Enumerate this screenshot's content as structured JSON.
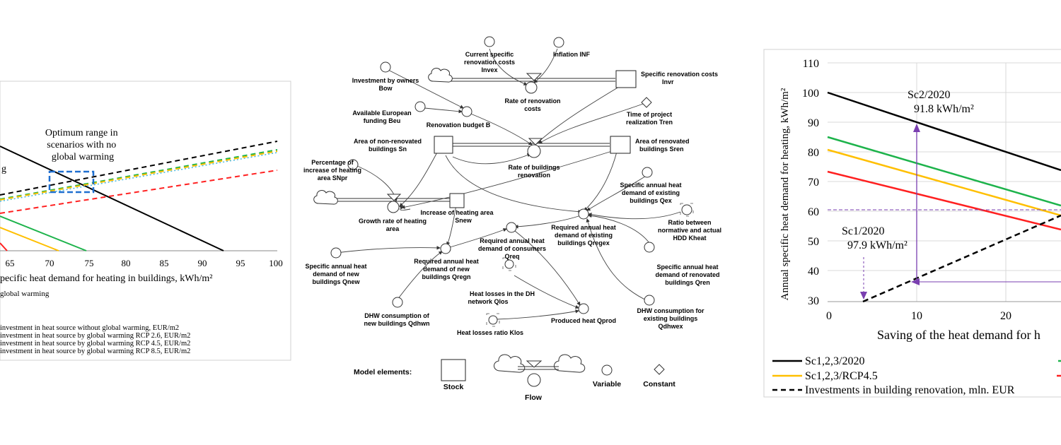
{
  "left_chart": {
    "xlabel": "pecific heat demand for heating in buildings, kWh/m²",
    "xticks": [
      "65",
      "70",
      "75",
      "80",
      "85",
      "90",
      "95",
      "100"
    ],
    "annotation": [
      "Optimum range in",
      "scenarios with no",
      "global warming"
    ],
    "side_label": "g",
    "legend_top": "global warming",
    "legend": [
      "investment in heat source without global warming, EUR/m2",
      "investment in heat source by global warming RCP 2.6, EUR/m2",
      "investment in heat source by global warming RCP 4.5, EUR/m2",
      "investment in heat source by global warming RCP 8.5, EUR/m2"
    ]
  },
  "diagram": {
    "nodes": {
      "current_cost": [
        "Current specific",
        "renovation costs",
        "Invex"
      ],
      "inflation": [
        "Inflation INF"
      ],
      "investment": [
        "Investment by owners",
        "Bow"
      ],
      "specific_cost": [
        "Specific renovation costs",
        "Invr"
      ],
      "rate_cost": [
        "Rate  of renovation",
        "costs"
      ],
      "funding": [
        "Available European",
        "funding Beu"
      ],
      "budget": [
        "Renovation budget B"
      ],
      "time": [
        "Time of project",
        "realization Tren"
      ],
      "area_non": [
        "Area of non-renovated",
        "buildings Sn"
      ],
      "area_ren": [
        "Area of renovated",
        "buildings Sren"
      ],
      "pct": [
        "Percentage of",
        "increase of heating",
        "area SNpr"
      ],
      "rate_ren": [
        "Rate of buildings",
        "renovation"
      ],
      "spec_exist": [
        "Specific annual heat",
        "demand of existing",
        "buildings Qex"
      ],
      "ratio": [
        "Ratio between",
        "normative and actual",
        "HDD Kheat"
      ],
      "growth": [
        "Growth rate of heating",
        "area"
      ],
      "increase": [
        "Increase of heating area",
        "Snew"
      ],
      "req_exist": [
        "Required annual heat",
        "demand of existing",
        "buildings Qregex"
      ],
      "req_consumers": [
        "Required annual heat",
        "demand of consumers",
        "Qreq"
      ],
      "spec_new": [
        "Specific annual heat",
        "demand of new",
        "buildings Qnew"
      ],
      "req_new": [
        "Required annual heat",
        "demand of new",
        "buildings Qregn"
      ],
      "spec_renov": [
        "Specific annual heat",
        "demand of renovated",
        "buildings Qren"
      ],
      "heat_losses": [
        "Heat losses in the DH",
        "network Qlos"
      ],
      "dhw_new": [
        "DHW consumption of",
        "new buildings Qdhwn"
      ],
      "produced": [
        "Produced heat Qprod"
      ],
      "dhw_exist": [
        "DHW consumption for",
        "existing buildings",
        "Qdhwex"
      ],
      "losses_ratio": [
        "Heat losses ratio Klos"
      ]
    },
    "legend": {
      "title": "Model elements:",
      "stock": "Stock",
      "flow": "Flow",
      "variable": "Variable",
      "constant": "Constant"
    }
  },
  "right_chart": {
    "ylabel": "Annual specific heat demand for heating, kWh/m²",
    "xlabel": "Saving of the heat demand for h",
    "yticks": [
      "110",
      "100",
      "90",
      "80",
      "70",
      "60",
      "50",
      "40",
      "30"
    ],
    "xticks": [
      "0",
      "10",
      "20"
    ],
    "annot_sc2": [
      "Sc2/2020",
      "91.8 kWh/m²"
    ],
    "annot_sc1": [
      "Sc1/2020",
      "97.9 kWh/m²"
    ],
    "legend": [
      "Sc1,2,3/2020",
      "Sc1,2,3/RCP4.5",
      "Investments in building renovation, mln. EUR"
    ],
    "colors": {
      "black": "#000000",
      "green": "#1db34b",
      "yellow": "#ffbf00",
      "red": "#ff2020",
      "purple": "#7a3fb0"
    }
  }
}
